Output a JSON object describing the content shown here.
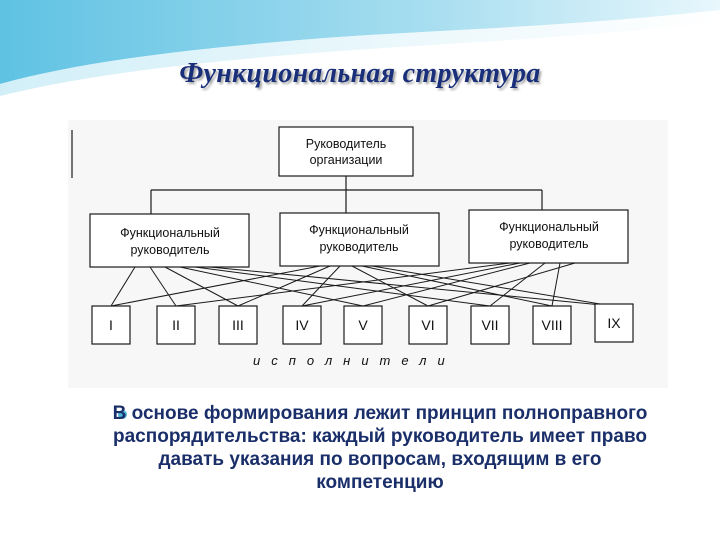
{
  "slide": {
    "title": "Функциональная структура",
    "accent_color": "#1a2f7a",
    "wave_color": "#8fd4ea"
  },
  "diagram": {
    "top_box": {
      "line1": "Руководитель",
      "line2": "организации"
    },
    "managers": [
      {
        "line1": "Функциональный",
        "line2": "руководитель"
      },
      {
        "line1": "Функциональный",
        "line2": "руководитель"
      },
      {
        "line1": "Функциональный",
        "line2": "руководитель"
      }
    ],
    "executors": [
      "I",
      "II",
      "III",
      "IV",
      "V",
      "VI",
      "VII",
      "VIII",
      "IX"
    ],
    "executors_label": "исполнители"
  },
  "bullet": {
    "text": "В основе формирования лежит принцип полноправного распорядительства: каждый руководитель имеет право давать указания по вопросам, входящим в его компетенцию"
  }
}
